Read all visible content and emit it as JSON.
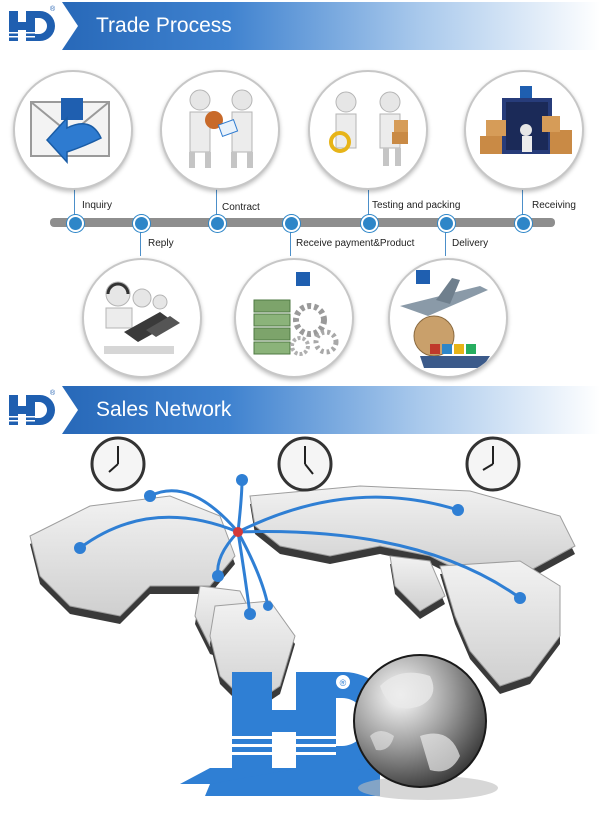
{
  "section_trade": {
    "title": "Trade Process"
  },
  "section_sales": {
    "title": "Sales Network"
  },
  "steps": {
    "inquiry": "Inquiry",
    "reply": "Reply",
    "contract": "Contract",
    "receive_payment_product": "Receive payment&Product",
    "testing_packing": "Testing and packing",
    "delivery": "Delivery",
    "receiving": "Receiving"
  },
  "brand": {
    "registered_mark": "®"
  },
  "colors": {
    "accent": "#2e86c8",
    "banner": "#1f5fb0"
  }
}
